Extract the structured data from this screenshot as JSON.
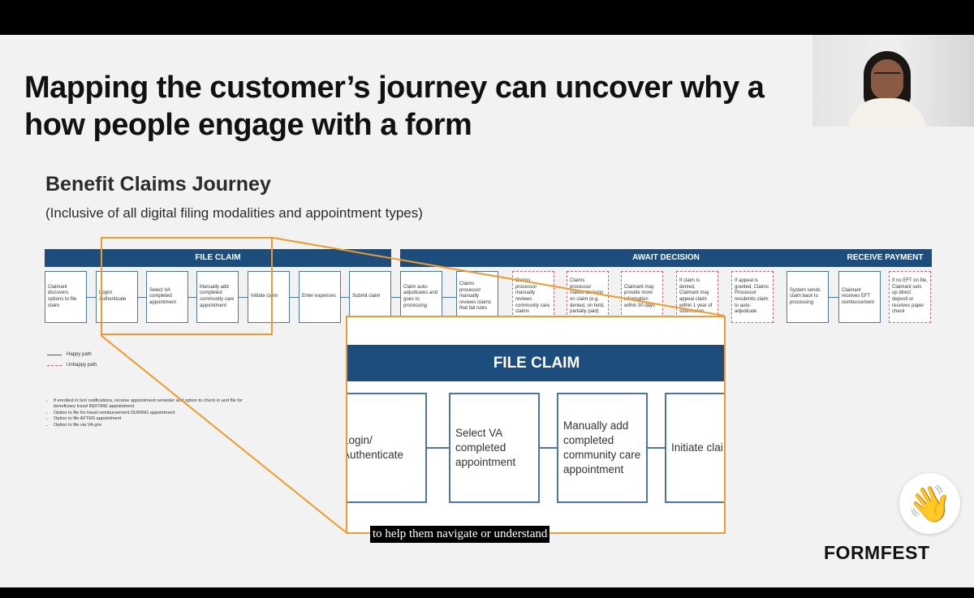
{
  "slide": {
    "headline_line1": "Mapping the customer’s journey can uncover why a",
    "headline_line2": "how people engage with a form"
  },
  "journey": {
    "title": "Benefit Claims Journey",
    "subtitle": "(Inclusive of all digital filing modalities and appointment types)",
    "phases": [
      "FILE CLAIM",
      "AWAIT DECISION",
      "RECEIVE PAYMENT"
    ],
    "file_claim_steps": [
      "Claimant discovers options to file claim",
      "Login/ Authenticate",
      "Select VA completed appointment",
      "Manually add completed community care appointment",
      "Initiate claim",
      "Enter expenses",
      "Submit claim"
    ],
    "await_decision_steps": [
      "Claim auto-adjudicates and goes to processing",
      "Claims processor manually reviews claims that fail rules",
      "Claims processor manually reviews community care claims",
      "Claims processor makes decision on claim (e.g. denied, on hold, partially paid)",
      "Claimant may provide more information within 30 days",
      "If claim is denied, Claimant may appeal claim within 1 year of submission",
      "If appeal is granted, Claims Processor resubmits claim to auto-adjudicate",
      "System sends claim back to processing"
    ],
    "receive_payment_steps": [
      "Claimant receives EFT reimbursement",
      "If no EFT on file, Claimant sets up direct deposit or receives paper check"
    ],
    "legend": {
      "happy": "Happy path",
      "unhappy": "Unhappy path"
    },
    "notes": [
      "If enrolled in text notifications, receive appointment reminder and option to check in and file for beneficiary travel BEFORE appointment",
      "Option to file for travel reimbursement DURING appointment",
      "Option to file AFTER appointment",
      "Option to file via VA.gov"
    ]
  },
  "zoom": {
    "header": "FILE CLAIM",
    "steps": [
      "Login/ Authenticate",
      "Select VA completed appointment",
      "Manually add completed community care appointment",
      "Initiate clai"
    ]
  },
  "caption": "to help them navigate or understand",
  "reaction_icon": "waving-hand-icon",
  "reaction_glyph": "👋",
  "brand": "FORMFEST",
  "colors": {
    "accent": "#f09a2b",
    "navy": "#1d4d7c",
    "unhappy": "#d55b6a"
  }
}
